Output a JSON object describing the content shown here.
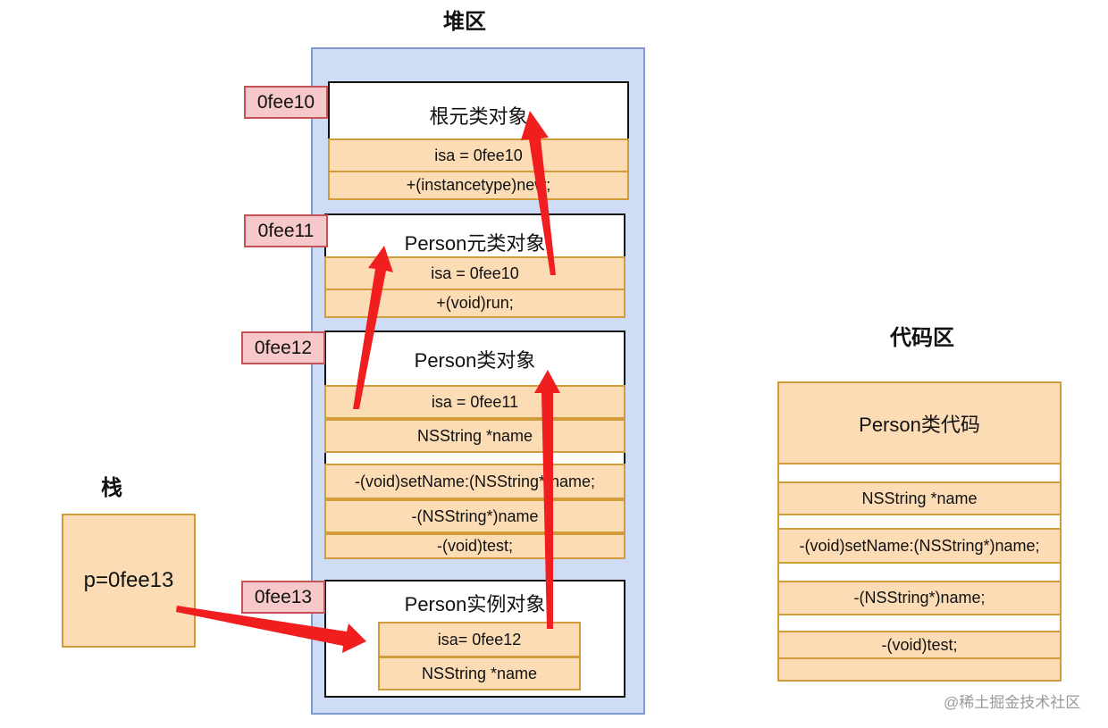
{
  "titles": {
    "heap": "堆区",
    "stack": "栈",
    "code": "代码区"
  },
  "heap": {
    "root_meta": {
      "address": "0fee10",
      "title": "根元类对象",
      "fields": [
        "isa = 0fee10",
        "+(instancetype)new;"
      ]
    },
    "person_meta": {
      "address": "0fee11",
      "title": "Person元类对象",
      "fields": [
        "isa = 0fee10",
        "+(void)run;"
      ]
    },
    "person_class": {
      "address": "0fee12",
      "title": "Person类对象",
      "fields": [
        "isa = 0fee11",
        "NSString *name",
        "-(void)setName:(NSString*)name;",
        "-(NSString*)name",
        "-(void)test;"
      ]
    },
    "person_instance": {
      "address": "0fee13",
      "title": "Person实例对象",
      "fields": [
        "isa= 0fee12",
        "NSString *name"
      ]
    }
  },
  "stack": {
    "value": "p=0fee13"
  },
  "code": {
    "title": "Person类代码",
    "fields": [
      "NSString *name",
      "-(void)setName:(NSString*)name;",
      "-(NSString*)name;",
      "-(void)test;",
      ""
    ]
  },
  "arrows": {
    "color": "#f01e1e"
  },
  "watermark": "@稀土掘金技术社区"
}
